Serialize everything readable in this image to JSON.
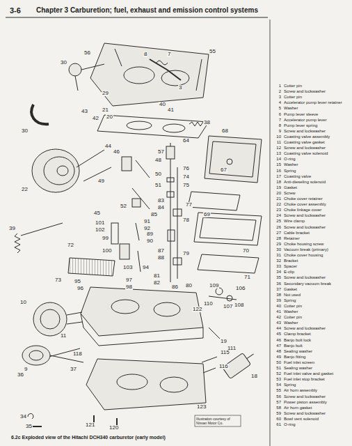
{
  "diagram": {
    "title": "Chapter 3 Carburetion; fuel, exhaust and emission control systems",
    "caption": "6.2c Exploded view of the Hitachi DCH340 carburetor (early model)",
    "labels": [
      "3-6",
      "Illustration courtesy of Nissan Motor Co.",
      "56",
      "30",
      "55",
      "8",
      "7",
      "3",
      "29",
      "43",
      "42",
      "21",
      "20",
      "40",
      "41",
      "30",
      "64",
      "38",
      "22",
      "44",
      "46",
      "57",
      "68",
      "67",
      "48",
      "49",
      "50",
      "76",
      "74",
      "51",
      "75",
      "69",
      "52",
      "83",
      "84",
      "85",
      "77",
      "45",
      "39",
      "101",
      "102",
      "91",
      "92",
      "99",
      "89",
      "90",
      "78",
      "100",
      "70",
      "72",
      "73",
      "103",
      "94",
      "87",
      "88",
      "79",
      "81",
      "82",
      "71",
      "95",
      "96",
      "97",
      "98",
      "86",
      "80",
      "109",
      "106",
      "107",
      "110",
      "108",
      "122",
      "10",
      "11",
      "111",
      "19",
      "18",
      "118",
      "9",
      "37",
      "115",
      "36",
      "116",
      "123",
      "34",
      "35",
      "121",
      "120",
      "1",
      "Cotter pin",
      "2",
      "Screw and lockwasher",
      "3",
      "Cotter pin",
      "4",
      "Accelerator pump lever retainer",
      "5",
      "Washer",
      "6",
      "Pump lever sleeve",
      "7",
      "Accelerator pump lever",
      "8",
      "Pump lever spring",
      "9",
      "Screw and lockwasher",
      "10",
      "Coasting valve assembly",
      "11",
      "Coasting valve gasket",
      "12",
      "Screw and lockwasher",
      "13",
      "Coasting valve solenoid",
      "14",
      "O-ring",
      "15",
      "Washer",
      "16",
      "Spring",
      "17",
      "Coasting valve",
      "18",
      "Anti-dieseling solenoid",
      "19",
      "Gasket",
      "20",
      "Screw",
      "21",
      "Choke cover retainer",
      "22",
      "Choke cover assembly",
      "23",
      "Choke linkage cover",
      "24",
      "Screw and lockwasher",
      "25",
      "Wire clamp",
      "26",
      "Screw and lockwasher",
      "27",
      "Cable bracket",
      "28",
      "Retainer",
      "29",
      "Choke housing screw",
      "30",
      "Vacuum break (primary)",
      "31",
      "Choke cover housing",
      "32",
      "Bracket",
      "33",
      "Spacer",
      "34",
      "E-clip",
      "35",
      "Screw and lockwasher",
      "36",
      "Secondary vacuum break",
      "37",
      "Gasket",
      "38",
      "Not used",
      "39",
      "Spring",
      "40",
      "Cotter pin",
      "41",
      "Washer",
      "42",
      "Cotter pin",
      "43",
      "Washer",
      "44",
      "Screw and lockwasher",
      "45",
      "Clamp bracket",
      "46",
      "Banjo bolt lock",
      "47",
      "Banjo bolt",
      "48",
      "Sealing washer",
      "49",
      "Banjo fitting",
      "50",
      "Fuel inlet screen",
      "51",
      "Sealing washer",
      "52",
      "Fuel inlet valve and gasket",
      "53",
      "Fuel inlet stop bracket",
      "54",
      "Spring",
      "55",
      "Air horn assembly",
      "56",
      "Screw and lockwasher",
      "57",
      "Power piston assembly",
      "58",
      "Air horn gasket",
      "59",
      "Screw and lockwasher",
      "60",
      "Bowl vent solenoid",
      "61",
      "O-ring"
    ]
  }
}
